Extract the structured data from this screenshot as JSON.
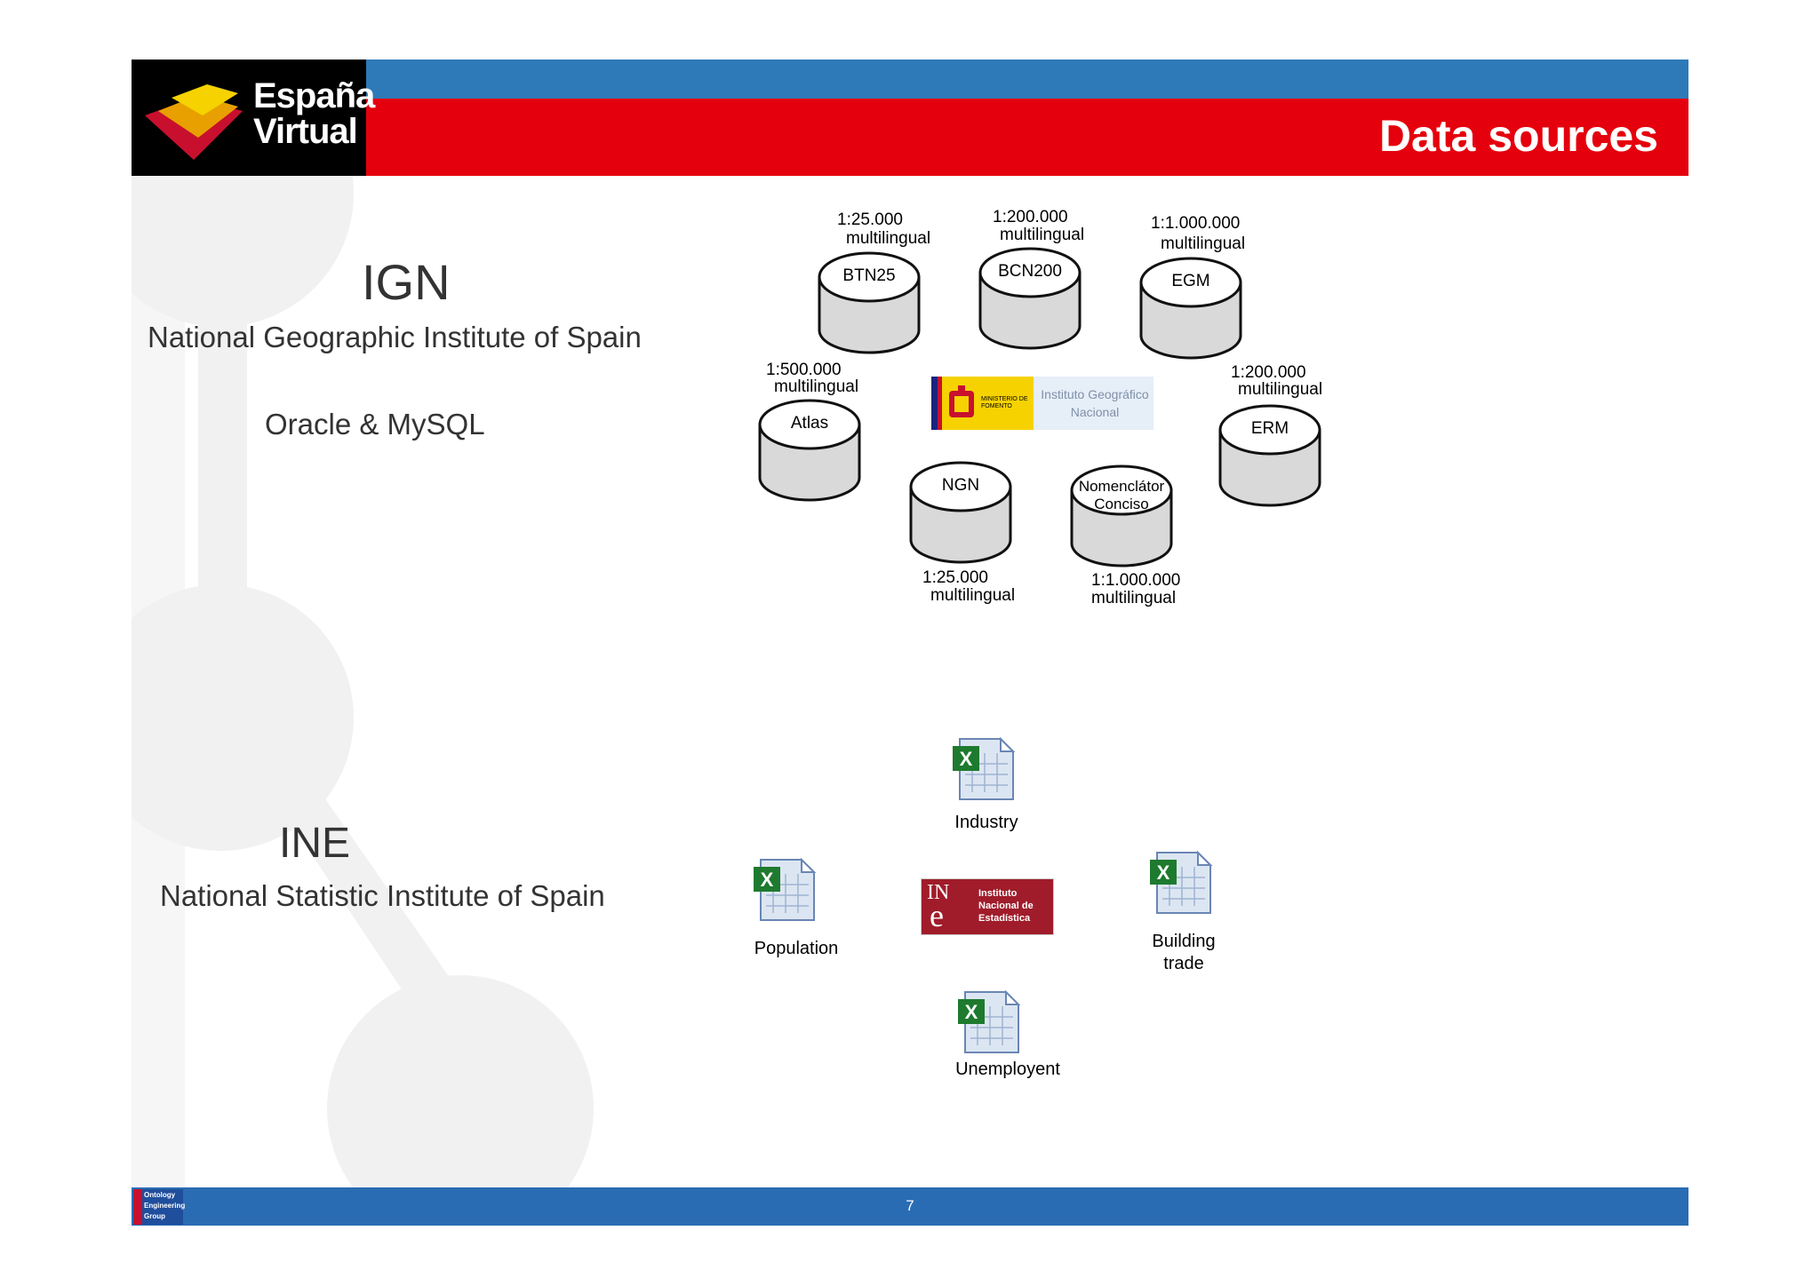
{
  "header": {
    "title": "Data sources",
    "logo_text": "España Virtual"
  },
  "ign": {
    "acronym": "IGN",
    "full_name": "National Geographic Institute of Spain",
    "databases_tech": "Oracle & MySQL",
    "datasets": [
      {
        "name": "BTN25",
        "scale": "1:25.000",
        "note": "multilingual"
      },
      {
        "name": "BCN200",
        "scale": "1:200.000",
        "note": "multilingual"
      },
      {
        "name": "EGM",
        "scale": "1:1.000.000",
        "note": "multilingual"
      },
      {
        "name": "Atlas",
        "scale": "1:500.000",
        "note": "multilingual"
      },
      {
        "name": "ERM",
        "scale": "1:200.000",
        "note": "multilingual"
      },
      {
        "name": "NGN",
        "scale": "1:25.000",
        "note": "multilingual"
      },
      {
        "name": "Nomenclátor Conciso",
        "scale": "1:1.000.000",
        "note": "multilingual"
      }
    ],
    "logo": {
      "ministry": "MINISTERIO DE FOMENTO",
      "institute": "Instituto Geográfico Nacional"
    }
  },
  "ine": {
    "acronym": "INE",
    "full_name": "National Statistic Institute of Spain",
    "logo": {
      "mark_top": "IN",
      "mark_bottom": "e",
      "text": "Instituto Nacional de Estadística"
    },
    "files": [
      {
        "label": "Industry",
        "icon": "excel-icon"
      },
      {
        "label": "Population",
        "icon": "excel-icon"
      },
      {
        "label": "Building trade",
        "icon": "excel-icon"
      },
      {
        "label": "Unemployent",
        "icon": "excel-icon"
      }
    ]
  },
  "footer": {
    "page_number": "7",
    "logo_text": "Ontology Engineering Group"
  },
  "colors": {
    "header_blue": "#2e7ab8",
    "header_red": "#e5000d",
    "footer_blue": "#2a6cb3"
  }
}
